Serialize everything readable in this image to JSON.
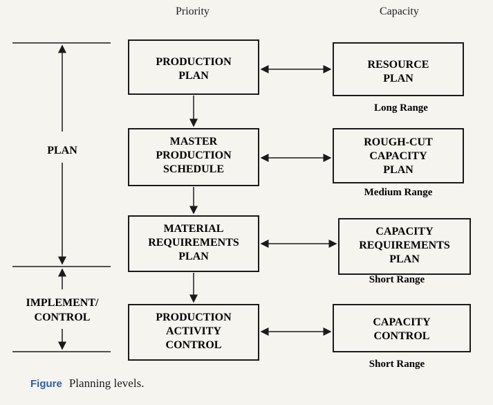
{
  "headings": {
    "priority": "Priority",
    "capacity": "Capacity"
  },
  "side_labels": {
    "plan": "PLAN",
    "implement_line1": "IMPLEMENT/",
    "implement_line2": "CONTROL"
  },
  "left_boxes": [
    {
      "lines": [
        "PRODUCTION",
        "PLAN"
      ]
    },
    {
      "lines": [
        "MASTER",
        "PRODUCTION",
        "SCHEDULE"
      ]
    },
    {
      "lines": [
        "MATERIAL",
        "REQUIREMENTS",
        "PLAN"
      ]
    },
    {
      "lines": [
        "PRODUCTION",
        "ACTIVITY",
        "CONTROL"
      ]
    }
  ],
  "right_boxes": [
    {
      "lines": [
        "RESOURCE",
        "PLAN"
      ],
      "range": "Long Range"
    },
    {
      "lines": [
        "ROUGH-CUT",
        "CAPACITY",
        "PLAN"
      ],
      "range": "Medium Range"
    },
    {
      "lines": [
        "CAPACITY",
        "REQUIREMENTS",
        "PLAN"
      ],
      "range": "Short Range"
    },
    {
      "lines": [
        "CAPACITY",
        "CONTROL"
      ],
      "range": "Short Range"
    }
  ],
  "caption": {
    "label": "Figure",
    "text": "Planning levels."
  },
  "colors": {
    "ink": "#1a1a1a",
    "figure_label": "#2a5ea8",
    "background": "#f6f4ef"
  }
}
